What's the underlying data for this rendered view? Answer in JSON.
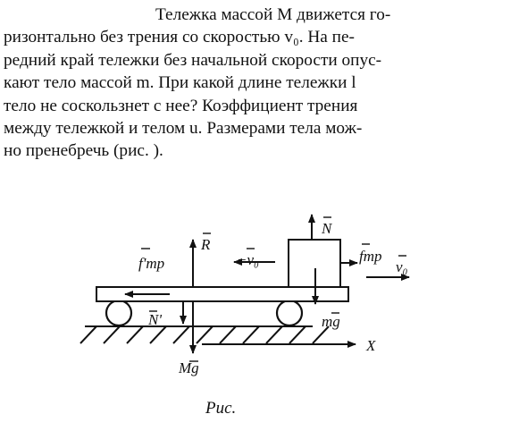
{
  "problem": {
    "lines": [
      "Тележка массой M движется го-",
      "ризонтально без трения со скоростью v₀. На пе-",
      "редний край тележки без начальной скорости опус-",
      "кают тело массой m. При какой длине тележки l",
      "тело не соскользнет с нее? Коэффициент трения",
      "между тележкой и телом u. Размерами тела мож-",
      "но пренебречь (рис. )."
    ]
  },
  "figure": {
    "labels": {
      "R": "R",
      "N": "N",
      "f_tr_prime": "f'тр",
      "minus_v0": "−v₀",
      "f_tr": "fтр",
      "v0": "v₀",
      "N_prime": "N'",
      "mg": "mg",
      "X": "X",
      "Mg": "Mg"
    },
    "caption": "Рис."
  }
}
